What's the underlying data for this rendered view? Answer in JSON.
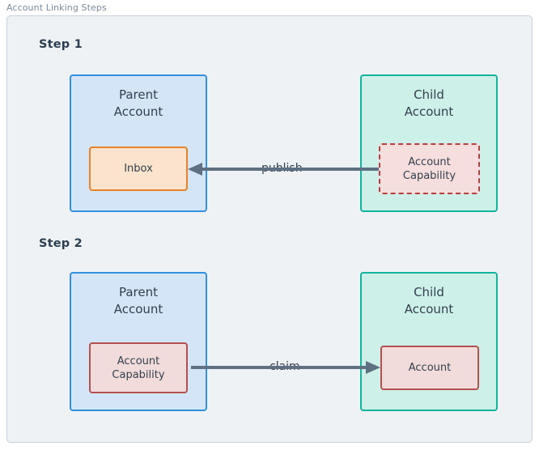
{
  "diagram": {
    "caption": "Account Linking Steps",
    "type": "flow-diagram",
    "colors": {
      "canvas": "#eef2f5",
      "frame_border": "#c9d2da",
      "parent_fill": "#d4e5f7",
      "parent_border": "#3190e0",
      "child_fill": "#cdf0e9",
      "child_border": "#13b49b",
      "inbox_fill": "#fbe3cd",
      "inbox_border": "#e8822a",
      "capability_fill": "#f5dedd",
      "capability_border": "#b5403f",
      "account_fill": "#f1dcdb",
      "account_border": "#b5504f",
      "connector": "#5f7083",
      "step_label": "#2c3e50",
      "node_text": "#333f4d",
      "caption_text": "#7b8a99"
    },
    "steps": [
      {
        "label": "Step 1",
        "left_node": {
          "title": "Parent\nAccount",
          "kind": "parent-account",
          "inner": {
            "label": "Inbox",
            "kind": "inbox",
            "border_style": "solid"
          }
        },
        "right_node": {
          "title": "Child\nAccount",
          "kind": "child-account",
          "inner": {
            "label": "Account\nCapability",
            "kind": "account-capability",
            "border_style": "dashed"
          }
        },
        "edge": {
          "label": "publish",
          "direction": "right-to-left",
          "from": "Account Capability",
          "to": "Inbox"
        }
      },
      {
        "label": "Step 2",
        "left_node": {
          "title": "Parent\nAccount",
          "kind": "parent-account",
          "inner": {
            "label": "Account\nCapability",
            "kind": "account-capability",
            "border_style": "solid"
          }
        },
        "right_node": {
          "title": "Child\nAccount",
          "kind": "child-account",
          "inner": {
            "label": "Account",
            "kind": "account",
            "border_style": "solid"
          }
        },
        "edge": {
          "label": "claim",
          "direction": "left-to-right",
          "from": "Account Capability",
          "to": "Account"
        }
      }
    ]
  }
}
